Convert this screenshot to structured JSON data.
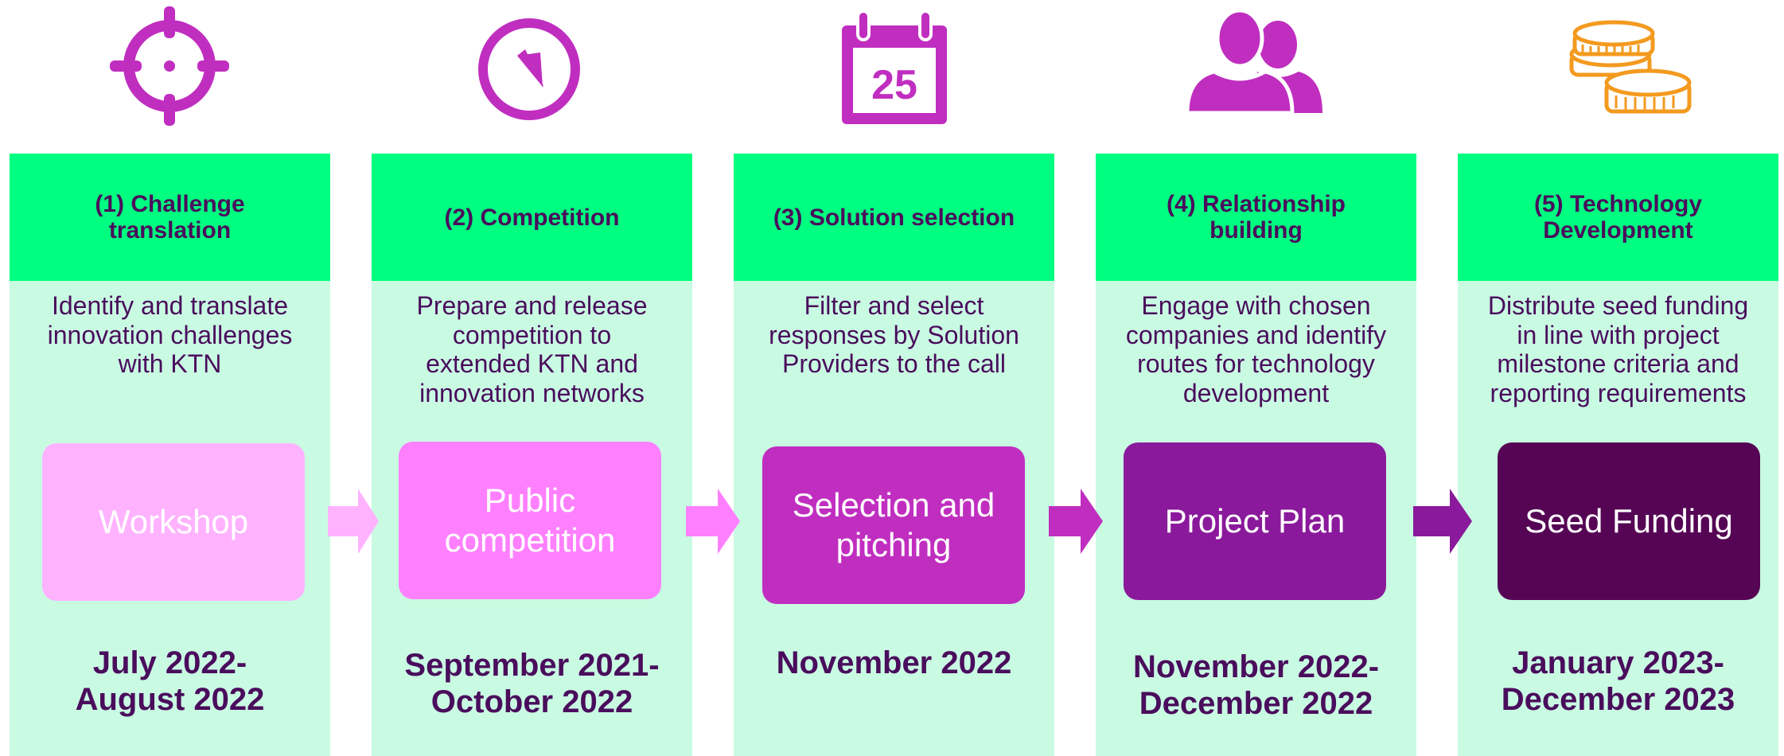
{
  "steps": [
    {
      "title": "(1) Challenge\ntranslation",
      "description": "Identify and translate\ninnovation challenges\nwith KTN",
      "stage": "Workshop",
      "date": "July 2022-\nAugust 2022",
      "icon": "target-icon",
      "stage_color": "#ffb3ff"
    },
    {
      "title": "(2) Competition",
      "description": "Prepare and release\ncompetition to\nextended KTN and\ninnovation networks",
      "stage": "Public\ncompetition",
      "date": "September 2021-\nOctober 2022",
      "icon": "compass-icon",
      "stage_color": "#ff80ff"
    },
    {
      "title": "(3) Solution selection",
      "description": "Filter and select\nresponses by Solution\nProviders to the call",
      "stage": "Selection and\npitching",
      "date": "November 2022",
      "icon": "calendar-icon",
      "calendar_day": "25",
      "stage_color": "#c02ec0"
    },
    {
      "title": "(4) Relationship\nbuilding",
      "description": "Engage with chosen\ncompanies and identify\nroutes for technology\ndevelopment",
      "stage": "Project Plan",
      "date": "November 2022-\nDecember 2022",
      "icon": "people-icon",
      "stage_color": "#8a1a9b"
    },
    {
      "title": "(5) Technology\nDevelopment",
      "description": "Distribute seed funding\nin line with project\nmilestone criteria and\nreporting requirements",
      "stage": "Seed Funding",
      "date": "January 2023-\nDecember 2023",
      "icon": "coins-icon",
      "stage_color": "#560555"
    }
  ],
  "colors": {
    "header_green": "#00ff80",
    "column_mint": "#c9fbe3",
    "text_purple": "#4a0d5c",
    "icon_magenta": "#c02ec0",
    "coin_orange": "#f39a1f"
  }
}
